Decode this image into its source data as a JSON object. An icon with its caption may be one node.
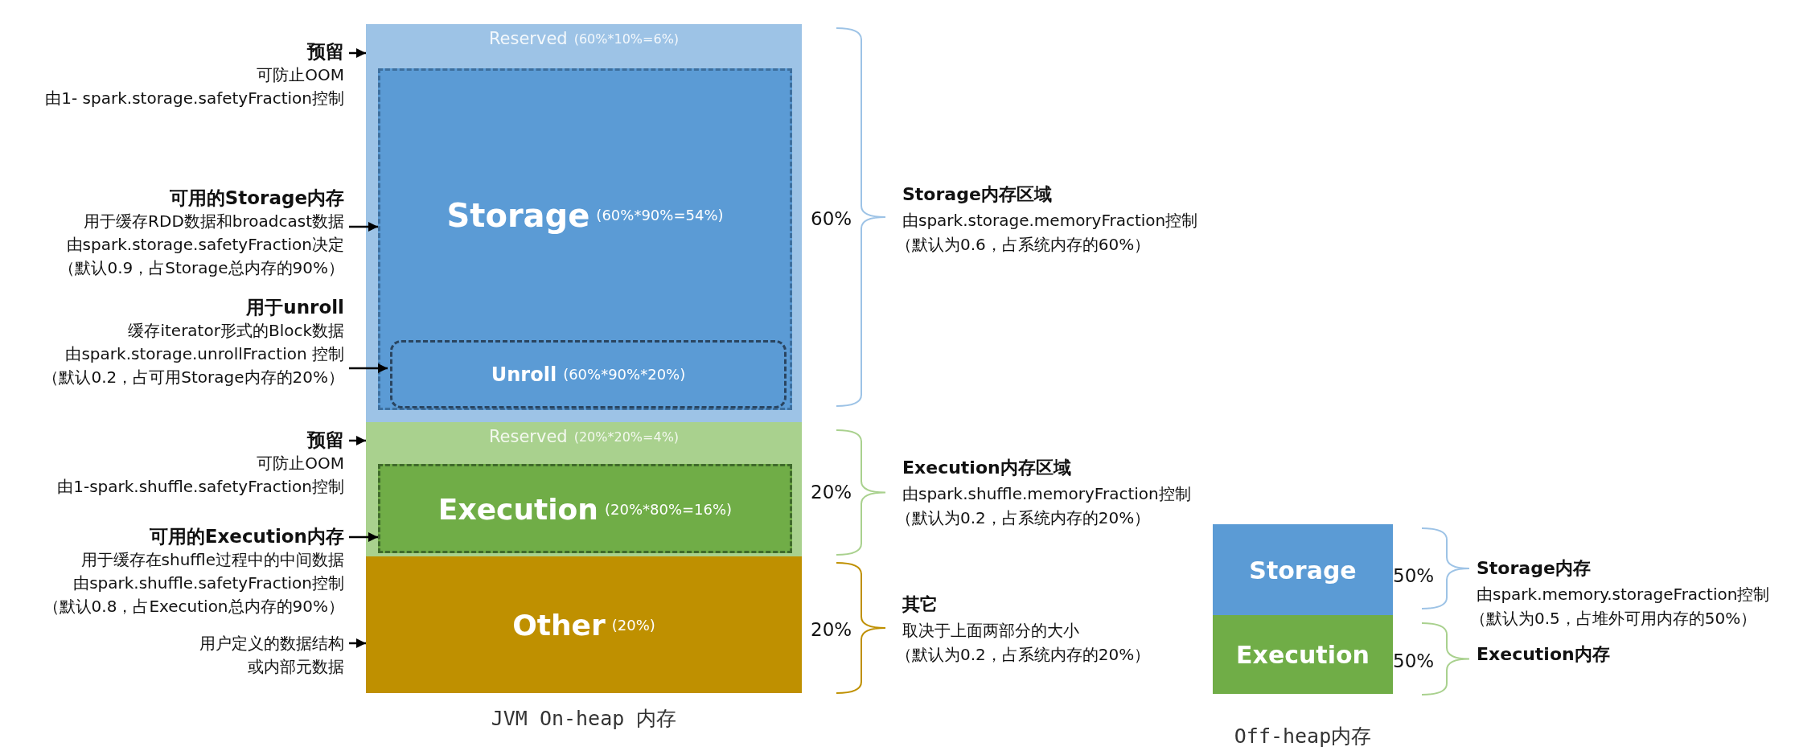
{
  "diagram": {
    "nodes": [
      {
        "text": [
          "JVM On-heap 内存"
        ]
      },
      {
        "text": [
          "Reserved",
          "(60%*10%=6%)"
        ],
        "in": 0
      },
      {
        "text": [
          "Storage",
          "(60%*90%=54%)"
        ],
        "in": 1
      },
      {
        "text": [
          "Unroll",
          "(60%*90%*20%)"
        ],
        "in": 2
      },
      {
        "text": [
          "Reserved",
          "(20%*20%=4%)"
        ],
        "in": 0
      },
      {
        "text": [
          "Execution",
          "(20%*80%=16%)"
        ],
        "in": 4
      },
      {
        "text": [
          "Other",
          "(20%)"
        ],
        "in": 0
      },
      {
        "text": [
          "Off-heap内存"
        ]
      },
      {
        "text": [
          "Storage"
        ],
        "in": 7
      },
      {
        "text": [
          "Execution"
        ],
        "in": 7
      },
      {
        "text": [
          "预留",
          "可防止OOM",
          "由1- spark.storage.safetyFraction控制"
        ]
      },
      {
        "text": [
          "可用的Storage内存",
          "用于缓存RDD数据和broadcast数据",
          "由spark.storage.safetyFraction决定",
          "（默认0.9，占Storage总内存的90%）"
        ]
      },
      {
        "text": [
          "用于unroll",
          "缓存iterator形式的Block数据",
          "由spark.storage.unrollFraction 控制",
          "（默认0.2，占可用Storage内存的20%）"
        ]
      },
      {
        "text": [
          "预留",
          "可防止OOM",
          "由1-spark.shuffle.safetyFraction控制"
        ]
      },
      {
        "text": [
          "可用的Execution内存",
          "用于缓存在shuffle过程中的中间数据",
          "由spark.shuffle.safetyFraction控制",
          "（默认0.8，占Execution总内存的90%）"
        ]
      },
      {
        "text": [
          "用户定义的数据结构",
          "或内部元数据"
        ]
      }
    ],
    "edges": [
      {
        "from": 10,
        "to": 1,
        "arrow": "to"
      },
      {
        "from": 11,
        "to": 2,
        "arrow": "to"
      },
      {
        "from": 12,
        "to": 3,
        "arrow": "to"
      },
      {
        "from": 13,
        "to": 4,
        "arrow": "to"
      },
      {
        "from": 14,
        "to": 5,
        "arrow": "to"
      },
      {
        "from": 15,
        "to": 6,
        "arrow": "to"
      }
    ],
    "labels": [
      "60%",
      "Storage内存区域",
      "由spark.storage.memoryFraction控制",
      "（默认为0.6，占系统内存的60%）",
      "20%",
      "Execution内存区域",
      "由spark.shuffle.memoryFraction控制",
      "（默认为0.2，占系统内存的20%）",
      "20%",
      "其它",
      "取决于上面两部分的大小",
      "（默认为0.2，占系统内存的20%）",
      "50%",
      "Storage内存",
      "由spark.memory.storageFraction控制",
      "（默认为0.5，占堆外可用内存的50%）",
      "50%",
      "Execution内存"
    ]
  }
}
